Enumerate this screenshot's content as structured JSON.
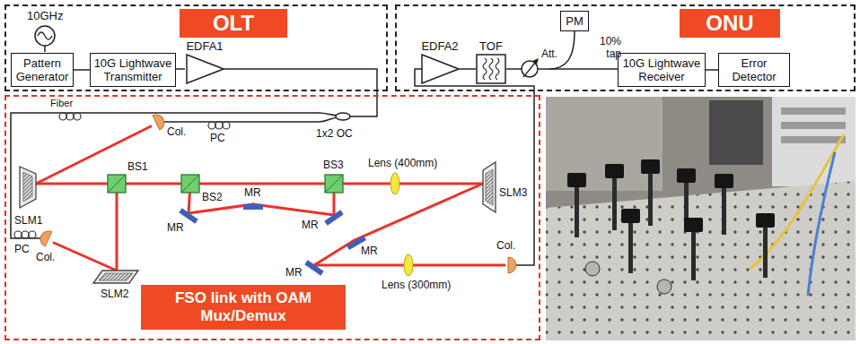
{
  "diagram": {
    "nodes": [
      {
        "text": [
          "OLT"
        ]
      },
      {
        "text": [
          "Pattern Generator"
        ],
        "in": 0
      },
      {
        "text": [
          "10G Lightwave Transmitter"
        ],
        "in": 0
      },
      {
        "text": [
          "EDFA1"
        ],
        "in": 0
      },
      {
        "text": [
          "ONU"
        ]
      },
      {
        "text": [
          "EDFA2"
        ],
        "in": 4
      },
      {
        "text": [
          "TOF"
        ],
        "in": 4
      },
      {
        "text": [
          "PM"
        ],
        "in": 4
      },
      {
        "text": [
          "10G Lightwave Receiver"
        ],
        "in": 4
      },
      {
        "text": [
          "Error Detector"
        ],
        "in": 4
      },
      {
        "text": [
          "FSO link with OAM Mux/Demux"
        ]
      }
    ],
    "edges": [
      {
        "from": 1,
        "to": 2,
        "arrow": "none"
      },
      {
        "from": 2,
        "to": 3,
        "arrow": "none"
      },
      {
        "from": 5,
        "to": 6,
        "arrow": "none"
      },
      {
        "from": 8,
        "to": 9,
        "arrow": "none"
      }
    ],
    "labels": [
      "10GHz",
      "Fiber",
      "Col.",
      "PC",
      "1x2 OC",
      "PC",
      "Col.",
      "SLM1",
      "BS1",
      "BS2",
      "MR",
      "MR",
      "BS3",
      "Lens (400mm)",
      "SLM3",
      "MR",
      "MR",
      "SLM2",
      "MR",
      "Lens (300mm)",
      "Col.",
      "Att.",
      "10% tap"
    ]
  }
}
